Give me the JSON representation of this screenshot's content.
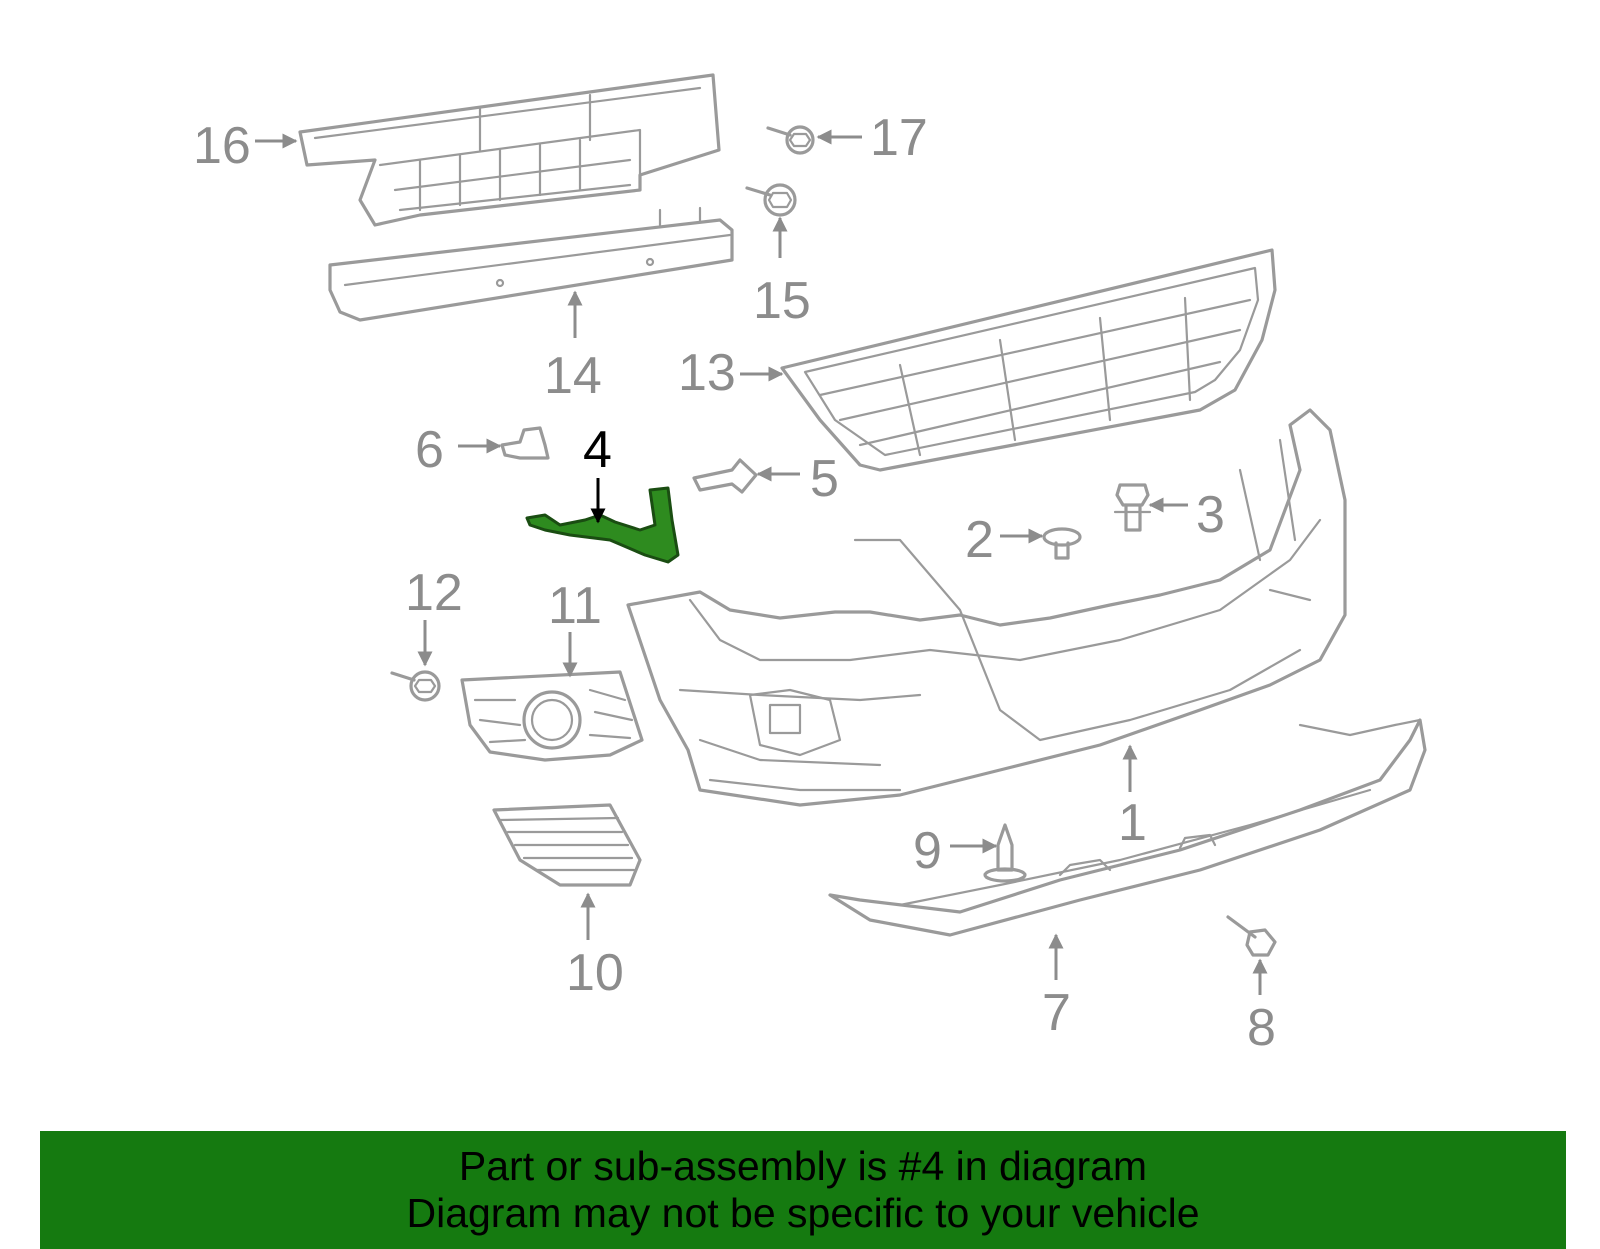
{
  "diagram": {
    "highlight_color": "#2e8b1f",
    "label_color": "#8c8c8c",
    "highlighted_callout": "4",
    "callouts": {
      "c1": "1",
      "c2": "2",
      "c3": "3",
      "c4": "4",
      "c5": "5",
      "c6": "6",
      "c7": "7",
      "c8": "8",
      "c9": "9",
      "c10": "10",
      "c11": "11",
      "c12": "12",
      "c13": "13",
      "c14": "14",
      "c15": "15",
      "c16": "16",
      "c17": "17"
    }
  },
  "banner": {
    "background": "#157a10",
    "line1": "Part or sub-assembly is #4 in diagram",
    "line2": "Diagram may not be specific to your vehicle"
  }
}
